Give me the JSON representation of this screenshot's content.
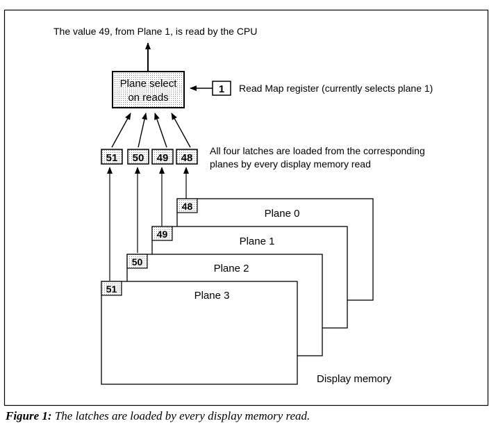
{
  "figure": {
    "cpu_read_label": "The value 49, from Plane 1, is read by the CPU",
    "plane_select": {
      "line1": "Plane select",
      "line2": "on reads"
    },
    "read_map_register": {
      "value": "1",
      "label": "Read Map register (currently selects plane 1)"
    },
    "latches": [
      {
        "value": "51",
        "plane": 3
      },
      {
        "value": "50",
        "plane": 2
      },
      {
        "value": "49",
        "plane": 1
      },
      {
        "value": "48",
        "plane": 0
      }
    ],
    "latch_description": {
      "line1": "All four latches are loaded from the corresponding",
      "line2": "planes by every display memory read"
    },
    "planes": [
      {
        "name": "Plane 0",
        "value": "48"
      },
      {
        "name": "Plane 1",
        "value": "49"
      },
      {
        "name": "Plane 2",
        "value": "50"
      },
      {
        "name": "Plane 3",
        "value": "51"
      }
    ],
    "display_memory_label": "Display memory"
  },
  "caption": {
    "label": "Figure 1:",
    "text": " The latches are loaded by every display memory read."
  },
  "colors": {
    "stroke": "#000000",
    "shade": "#d9d9d9",
    "background": "#ffffff"
  }
}
